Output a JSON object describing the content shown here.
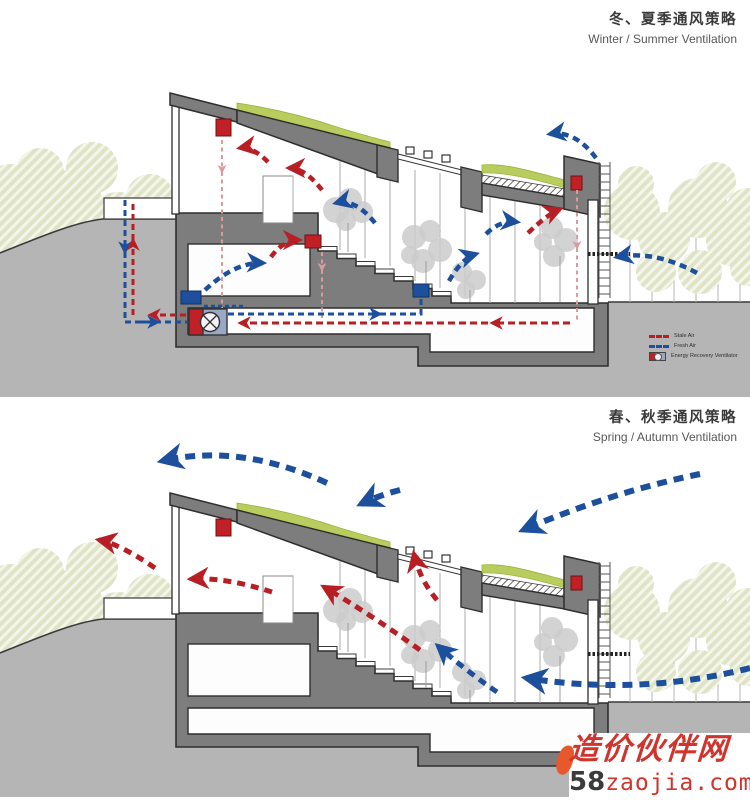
{
  "panels": [
    {
      "id": "winter-summer",
      "title_zh": "冬、夏季通风策略",
      "title_en": "Winter / Summer Ventilation"
    },
    {
      "id": "spring-autumn",
      "title_zh": "春、秋季通风策略",
      "title_en": "Spring / Autumn Ventilation"
    }
  ],
  "legend": {
    "stale_label": "Stale Air",
    "fresh_label": "Fresh Air",
    "erv_label": "Energy Recovery Ventilator"
  },
  "watermark": {
    "site_name": "造价伙伴网",
    "domain_prefix": "58",
    "domain_suffix": "zaojia.com"
  },
  "colors": {
    "stale_red": "#b81f25",
    "fresh_blue": "#1c4f9c",
    "faint_red": "#dc9aa0",
    "poche": "#7d7d7d",
    "poche_dark": "#2f2f2f",
    "ground": "#b5b5b5",
    "green_roof": "#b9cd5e",
    "tree_fill": "#dfe3c8",
    "tree_stripe": "#f4f6ea",
    "indoor_tree": "#cbcbcb",
    "vent_box_red": "#c12026",
    "erv_blue": "#9aa7c7",
    "watermark_red": "#d0342c"
  }
}
